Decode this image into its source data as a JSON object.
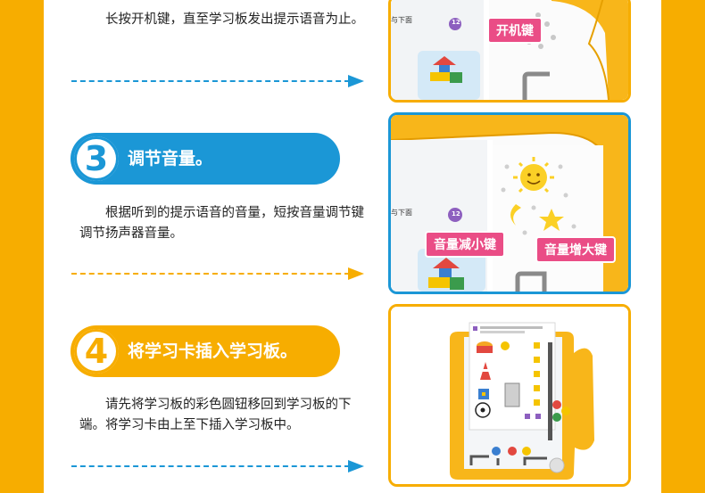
{
  "colors": {
    "outer_background": "#f7ad00",
    "accent_blue": "#1b97d6",
    "accent_orange": "#f7ad00",
    "label_pink": "#ea4d86"
  },
  "step2": {
    "description": "长按开机键，直至学习板发出提示语音为止。",
    "photo": {
      "power_key_label": "开机键",
      "card_text": "与下面",
      "card_number": "12"
    }
  },
  "step3": {
    "number": "3",
    "title": "调节音量。",
    "description": "根据听到的提示语音的音量，短按音量调节键调节扬声器音量。",
    "photo": {
      "volume_down_label": "音量减小键",
      "volume_up_label": "音量增大键",
      "card_text": "与下面",
      "card_number": "12"
    }
  },
  "step4": {
    "number": "4",
    "title": "将学习卡插入学习板。",
    "description": "请先将学习板的彩色圆钮移回到学习板的下端。将学习卡由上至下插入学习板中。"
  }
}
